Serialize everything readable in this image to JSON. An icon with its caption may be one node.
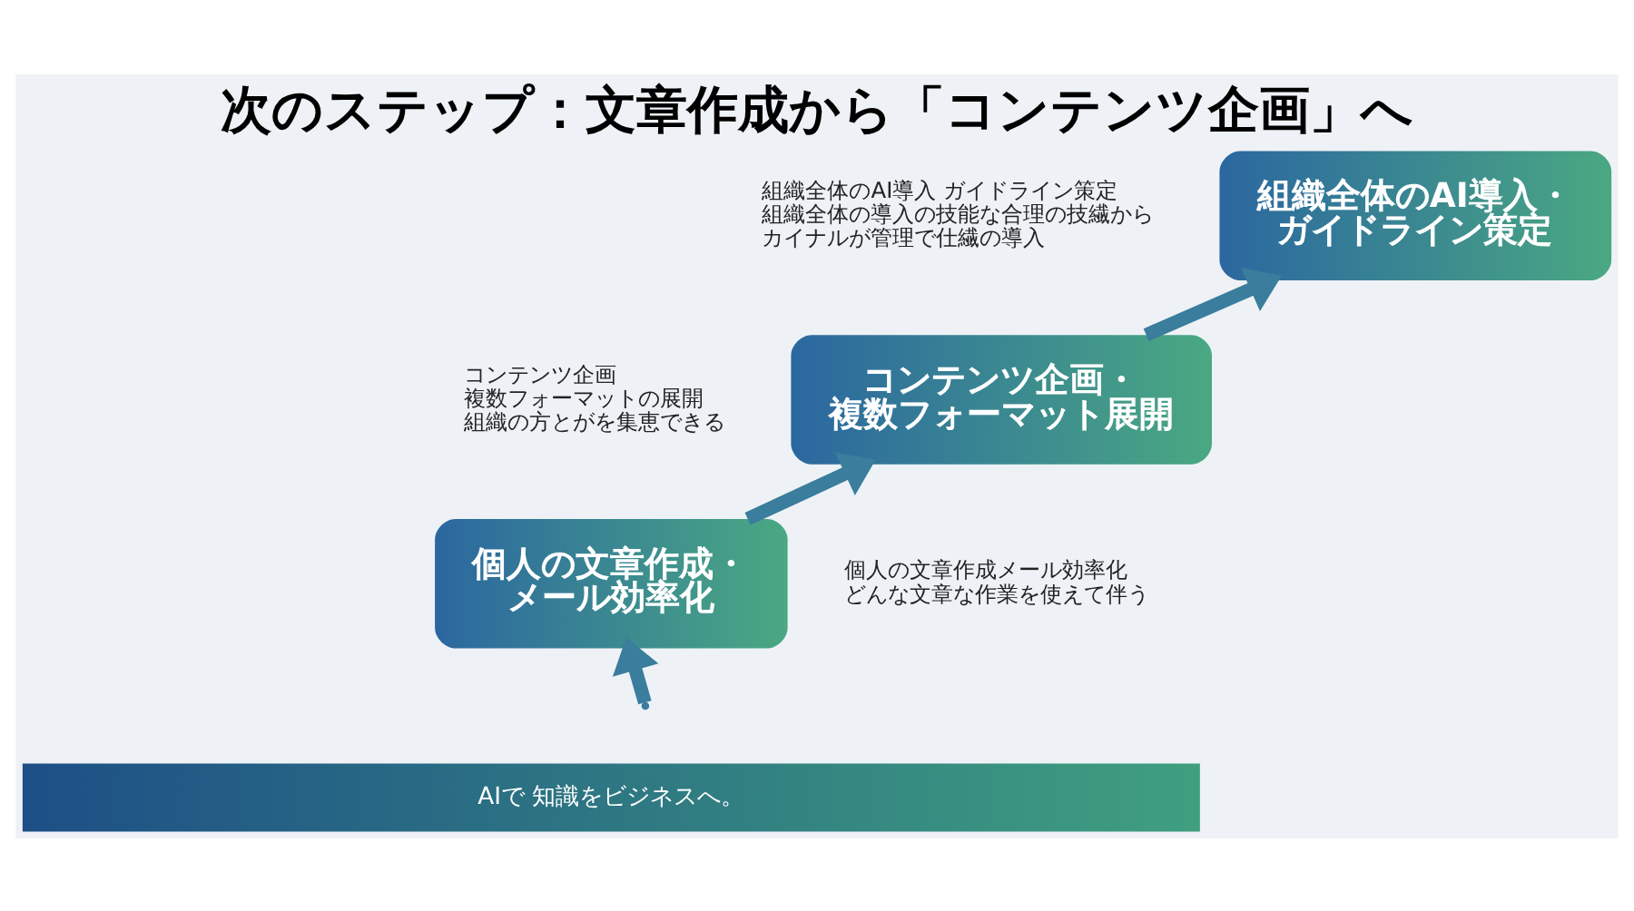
{
  "diagram": {
    "title": "次のステップ：文章作成から「コンテンツ企画」へ",
    "nodes": [
      {
        "text": [
          "個人の文章作成・メール効率化"
        ],
        "beside": [
          "個人の文章作成メール効率化",
          "どんな文章な作業を使えて伴う"
        ]
      },
      {
        "text": [
          "コンテンツ企画・複数フォーマット展開"
        ],
        "beside": [
          "コンテンツ企画",
          "複数フォーマットの展開",
          "組織の方とがを集恵できる"
        ]
      },
      {
        "text": [
          "組織全体のAI導入・ガイドライン策定"
        ],
        "beside": [
          "組織全体のAI導入 ガイドライン策定",
          "組織全体の導入の技能な合理の技繊から",
          "カイナルが管理で仕繊の導入"
        ]
      }
    ],
    "edges": [
      {
        "from": null,
        "to": 0,
        "arrow": "to"
      },
      {
        "from": 0,
        "to": 1,
        "arrow": "to"
      },
      {
        "from": 1,
        "to": 2,
        "arrow": "to"
      }
    ],
    "labels": [
      "AIで 知識をビジネスへ。"
    ]
  }
}
